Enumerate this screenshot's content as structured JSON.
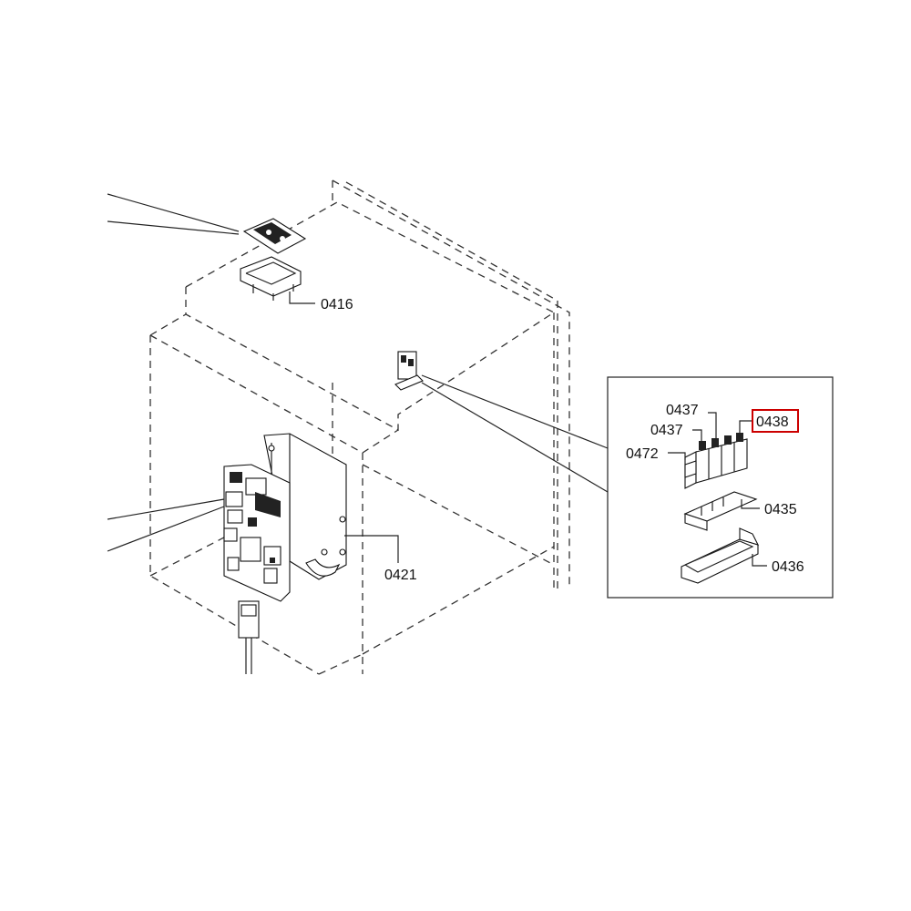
{
  "labels": {
    "p0416": "0416",
    "p0421": "0421",
    "p0437a": "0437",
    "p0437b": "0437",
    "p0472": "0472",
    "p0438": "0438",
    "p0435": "0435",
    "p0436": "0436"
  },
  "highlight": {
    "part": "0438",
    "color": "#cc0000"
  }
}
